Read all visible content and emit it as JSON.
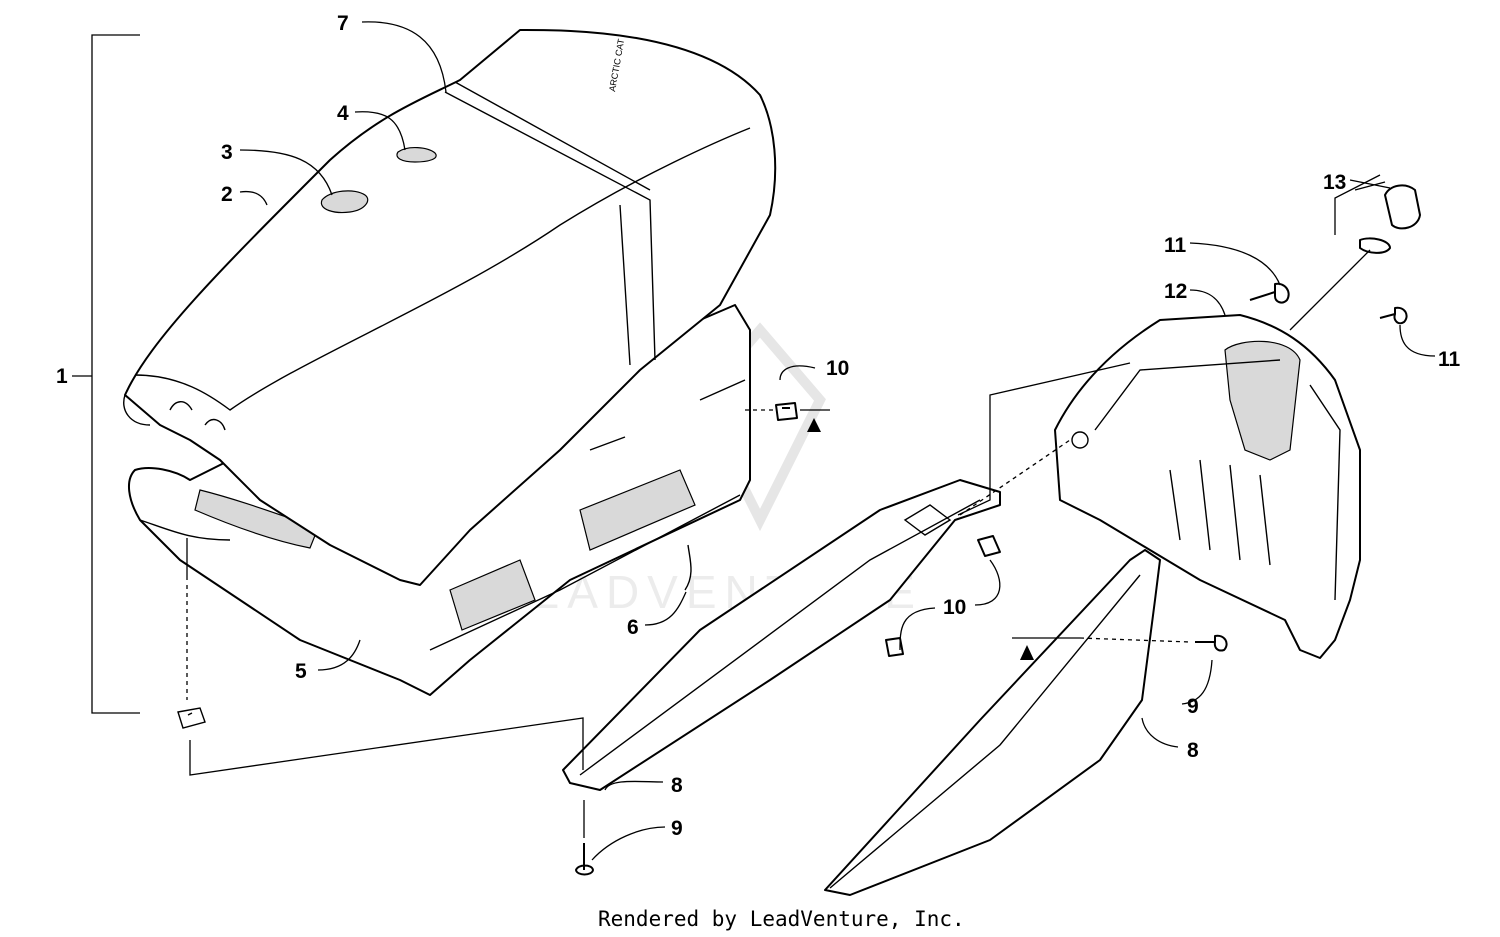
{
  "callouts": {
    "c1": "1",
    "c2": "2",
    "c3": "3",
    "c4": "4",
    "c5": "5",
    "c6": "6",
    "c7": "7",
    "c8a": "8",
    "c8b": "8",
    "c9a": "9",
    "c9b": "9",
    "c10a": "10",
    "c10b": "10",
    "c11a": "11",
    "c11b": "11",
    "c12": "12",
    "c13": "13"
  },
  "watermark": "LEADVENTURE",
  "footer": "Rendered by LeadVenture, Inc."
}
